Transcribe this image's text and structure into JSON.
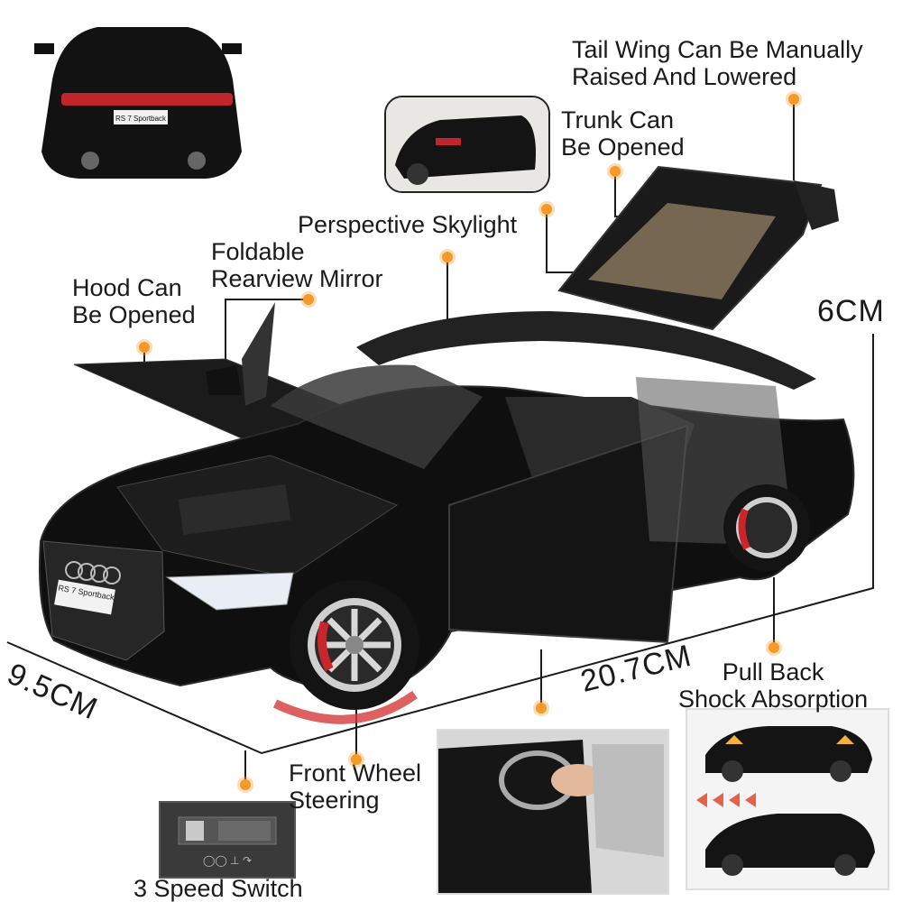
{
  "colors": {
    "accent": "#f39a2b",
    "car_body": "#111111",
    "line": "#1a1a1a"
  },
  "labels": {
    "tail_wing": [
      "Tail Wing Can Be Manually",
      "Raised And Lowered"
    ],
    "trunk": [
      "Trunk Can",
      "Be Opened"
    ],
    "skylight": "Perspective Skylight",
    "mirror": [
      "Foldable",
      "Rearview Mirror"
    ],
    "hood": [
      "Hood Can",
      "Be Opened"
    ],
    "pull_back": [
      "Pull Back",
      "Shock Absorption"
    ],
    "front_wheel": [
      "Front Wheel",
      "Steering"
    ],
    "speed_switch": "3 Speed Switch"
  },
  "dimensions": {
    "height": "6CM",
    "length": "20.7CM",
    "width": "9.5CM"
  },
  "plates": {
    "front": "RS 7 Sportback",
    "rear": "RS 7 Sportback"
  }
}
